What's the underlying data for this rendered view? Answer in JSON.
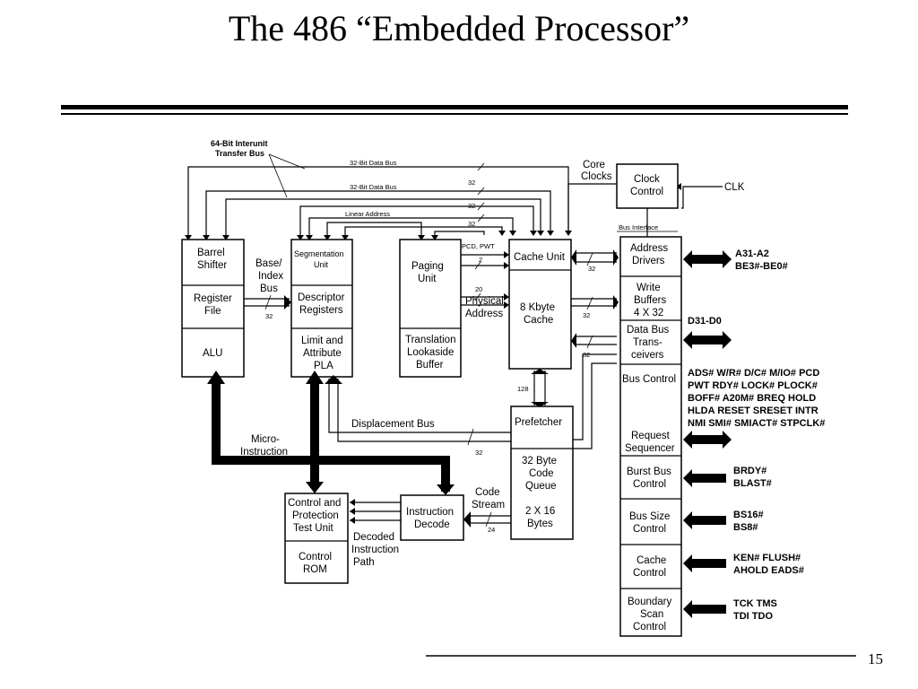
{
  "slide": {
    "title": "The 486 “Embedded Processor”",
    "page_number": "15"
  },
  "diagram": {
    "interunit_bus": [
      "64-Bit Interunit",
      "Transfer Bus"
    ],
    "data_bus_1": "32-Bit Data Bus",
    "data_bus_2": "32-Bit Data Bus",
    "linear_address": "Linear Address",
    "core_clocks": [
      "Core",
      "Clocks"
    ],
    "clock_control": [
      "Clock",
      "Control"
    ],
    "clk": "CLK",
    "bus_interface": "Bus Interface",
    "barrel_shifter": [
      "Barrel",
      "Shifter"
    ],
    "register_file": [
      "Register",
      "File"
    ],
    "alu": "ALU",
    "base_index_bus": [
      "Base/",
      "Index",
      "Bus"
    ],
    "segmentation_unit": [
      "Segmentation",
      "Unit"
    ],
    "descriptor_registers": [
      "Descriptor",
      "Registers"
    ],
    "limit_attribute_pla": [
      "Limit and",
      "Attribute",
      "PLA"
    ],
    "paging_unit": [
      "Paging",
      "Unit"
    ],
    "tlb": [
      "Translation",
      "Lookaside",
      "Buffer"
    ],
    "pcd_pwt": "PCD, PWT",
    "physical_address": [
      "Physical",
      "Address"
    ],
    "cache_unit": "Cache Unit",
    "cache": [
      "8 Kbyte",
      "Cache"
    ],
    "prefetcher": "Prefetcher",
    "code_queue": [
      "32 Byte",
      "Code",
      "Queue"
    ],
    "queue_size": [
      "2 X 16",
      "Bytes"
    ],
    "code_stream": [
      "Code",
      "Stream"
    ],
    "displacement_bus": "Displacement Bus",
    "micro_instruction": [
      "Micro-",
      "Instruction"
    ],
    "control_protection": [
      "Control and",
      "Protection",
      "Test Unit"
    ],
    "control_rom": [
      "Control",
      "ROM"
    ],
    "decoded_path": [
      "Decoded",
      "Instruction",
      "Path"
    ],
    "instruction_decode": [
      "Instruction",
      "Decode"
    ],
    "bus_widths": {
      "w32_a": "32",
      "w32_b": "32",
      "w32_c": "32",
      "w2": "2",
      "w20": "20",
      "w32_d": "32",
      "w32_e": "32",
      "w32_f": "32",
      "w128": "128",
      "w32_g": "32",
      "w24": "24"
    },
    "biu": {
      "address_drivers": [
        "Address",
        "Drivers"
      ],
      "write_buffers": [
        "Write",
        "Buffers",
        "4 X 32"
      ],
      "data_bus_transceivers": [
        "Data Bus",
        "Trans-",
        "ceivers"
      ],
      "bus_control": "Bus Control",
      "request_sequencer": [
        "Request",
        "Sequencer"
      ],
      "burst_bus_control": [
        "Burst Bus",
        "Control"
      ],
      "bus_size_control": [
        "Bus Size",
        "Control"
      ],
      "cache_control": [
        "Cache",
        "Control"
      ],
      "boundary_scan_control": [
        "Boundary",
        "Scan",
        "Control"
      ]
    },
    "pins": {
      "address": [
        "A31-A2",
        "BE3#-BE0#"
      ],
      "data": "D31-D0",
      "control": [
        "ADS# W/R# D/C# M/IO# PCD",
        "PWT RDY# LOCK# PLOCK#",
        "BOFF# A20M# BREQ HOLD",
        "HLDA RESET SRESET INTR",
        "NMI SMI# SMIACT# STPCLK#"
      ],
      "burst": [
        "BRDY#",
        "BLAST#"
      ],
      "bus_size": [
        "BS16#",
        "BS8#"
      ],
      "cache": [
        "KEN# FLUSH#",
        "AHOLD EADS#"
      ],
      "scan": [
        "TCK TMS",
        "TDI TDO"
      ]
    }
  }
}
